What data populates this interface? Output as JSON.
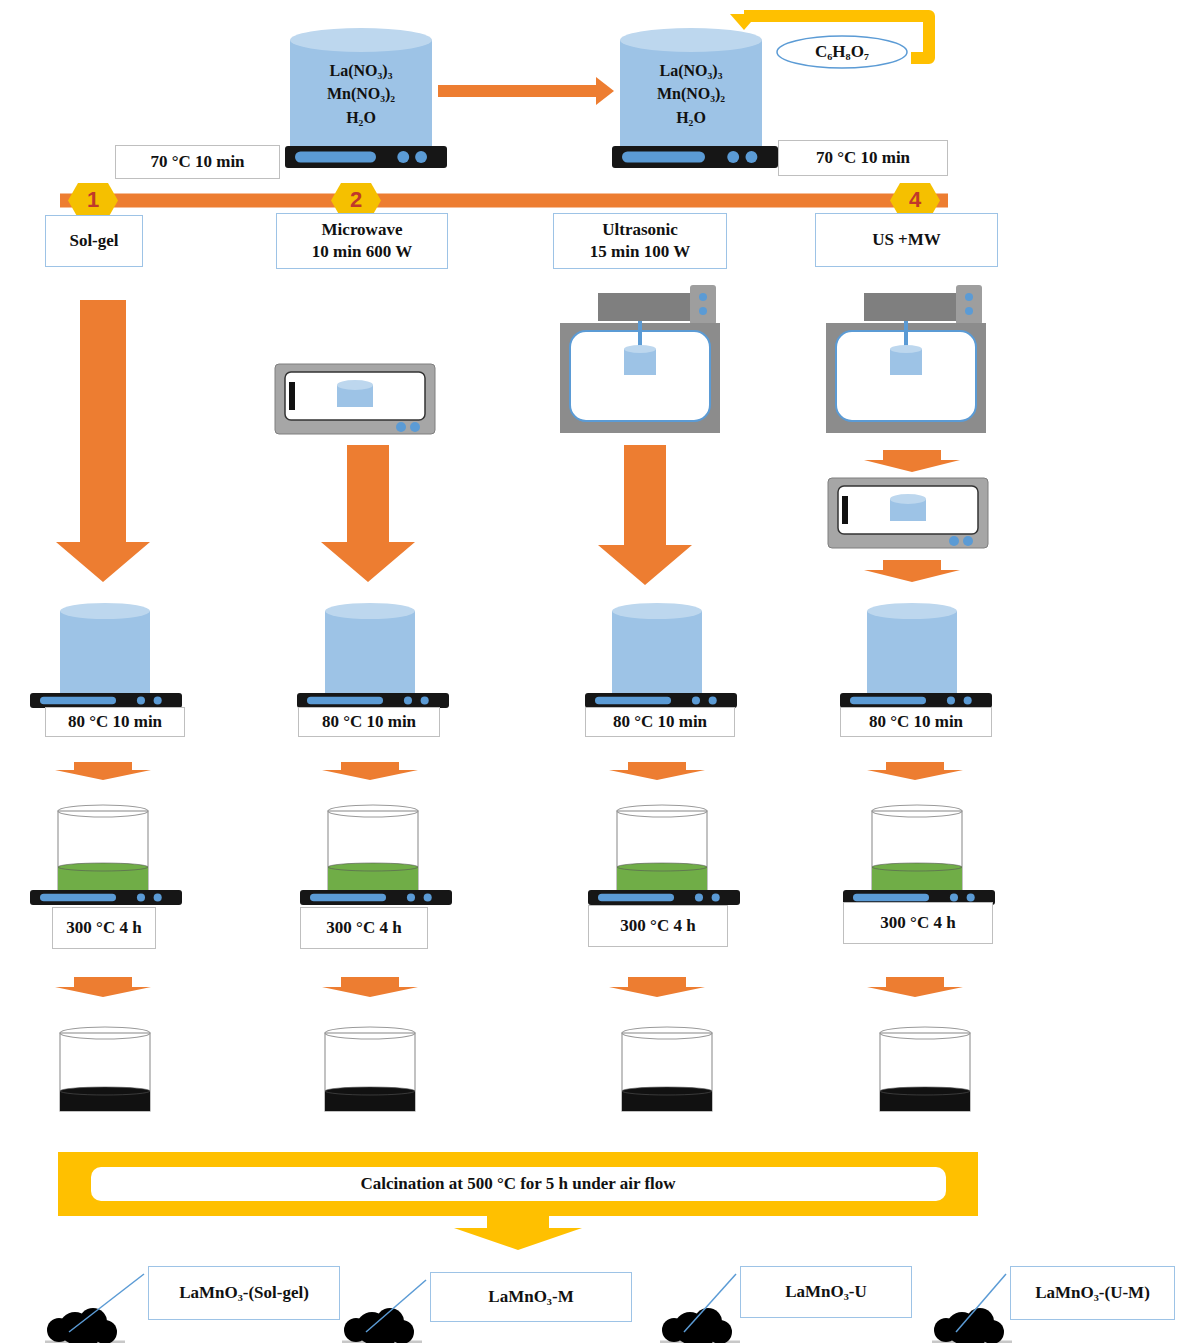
{
  "diagram": {
    "nodes": [
      {
        "text": [
          "La(NO₃)₃",
          "Mn(NO₃)₂",
          "H₂O"
        ]
      },
      {
        "text": [
          "70 °C 10 min"
        ]
      },
      {
        "text": [
          "C₆H₈O₇"
        ]
      },
      {
        "text": [
          "La(NO₃)₃",
          "Mn(NO₃)₂",
          "H₂O"
        ]
      },
      {
        "text": [
          "70 °C 10 min"
        ]
      },
      {
        "text": [
          "1"
        ]
      },
      {
        "text": [
          "2"
        ]
      },
      {
        "text": [
          "4"
        ]
      },
      {
        "text": [
          "Sol-gel"
        ]
      },
      {
        "text": [
          "Microwave",
          "10 min  600 W"
        ]
      },
      {
        "text": [
          "Ultrasonic",
          "15 min  100 W"
        ]
      },
      {
        "text": [
          "US +MW"
        ]
      },
      {
        "text": [
          "80 °C 10 min"
        ]
      },
      {
        "text": [
          "80 °C 10 min"
        ]
      },
      {
        "text": [
          "80 °C 10 min"
        ]
      },
      {
        "text": [
          "80 °C 10 min"
        ]
      },
      {
        "text": [
          "300 °C 4 h"
        ]
      },
      {
        "text": [
          "300 °C 4 h"
        ]
      },
      {
        "text": [
          "300 °C 4 h"
        ]
      },
      {
        "text": [
          "300 °C 4 h"
        ]
      },
      {
        "text": [
          "Calcination at 500 °C for 5 h under air flow"
        ]
      },
      {
        "text": [
          "LaMnO₃-(Sol-gel)"
        ]
      },
      {
        "text": [
          "LaMnO₃-M"
        ]
      },
      {
        "text": [
          "LaMnO₃-U"
        ]
      },
      {
        "text": [
          "LaMnO₃-(U-M)"
        ]
      }
    ],
    "edges": [
      {
        "from": 0,
        "to": 3,
        "arrow": "to"
      },
      {
        "from": 2,
        "to": 3,
        "arrow": "to"
      },
      {
        "from": 5,
        "to": 6,
        "arrow": "none"
      },
      {
        "from": 6,
        "to": 7,
        "arrow": "none"
      }
    ]
  }
}
